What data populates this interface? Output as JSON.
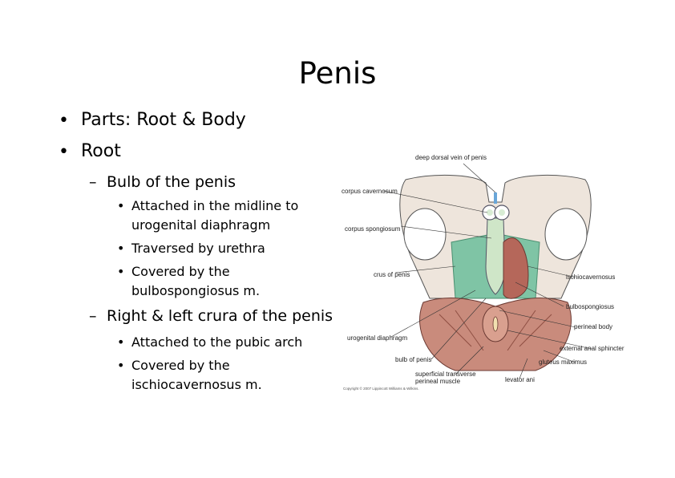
{
  "title": "Penis",
  "bullets": {
    "parts": "Parts: Root & Body",
    "root": "Root",
    "bulb": "Bulb of the penis",
    "bulb_attached_1": "Attached in the midline to",
    "bulb_attached_2": "urogenital diaphragm",
    "bulb_traversed": "Traversed by urethra",
    "bulb_covered_1": "Covered by the",
    "bulb_covered_2": "bulbospongiosus m.",
    "crura": "Right & left crura of the penis",
    "crura_attached": "Attached to the pubic arch",
    "crura_covered_1": "Covered by the",
    "crura_covered_2": "ischiocavernosus m."
  },
  "figure": {
    "labels": {
      "deep_dorsal_vein": "deep dorsal vein of penis",
      "corpus_cavernosum": "corpus cavernosum",
      "corpus_spongiosum": "corpus spongiosum",
      "crus": "crus of penis",
      "ischiocavernosus": "ischiocavernosus",
      "bulbospongiosus": "bulbospongiosus",
      "perineal_body": "perineal body",
      "urogenital_diaphragm": "urogenital diaphragm",
      "external_anal_sphincter": "external anal sphincter",
      "bulb_of_penis": "bulb of penis",
      "gluteus_maximus": "gluteus maximus",
      "superficial_transverse_1": "superficial transverse",
      "superficial_transverse_2": "perineal muscle",
      "levator_ani": "levator ani",
      "copyright": "Copyright © 2007 Lippincott Williams & Wilkins."
    }
  }
}
